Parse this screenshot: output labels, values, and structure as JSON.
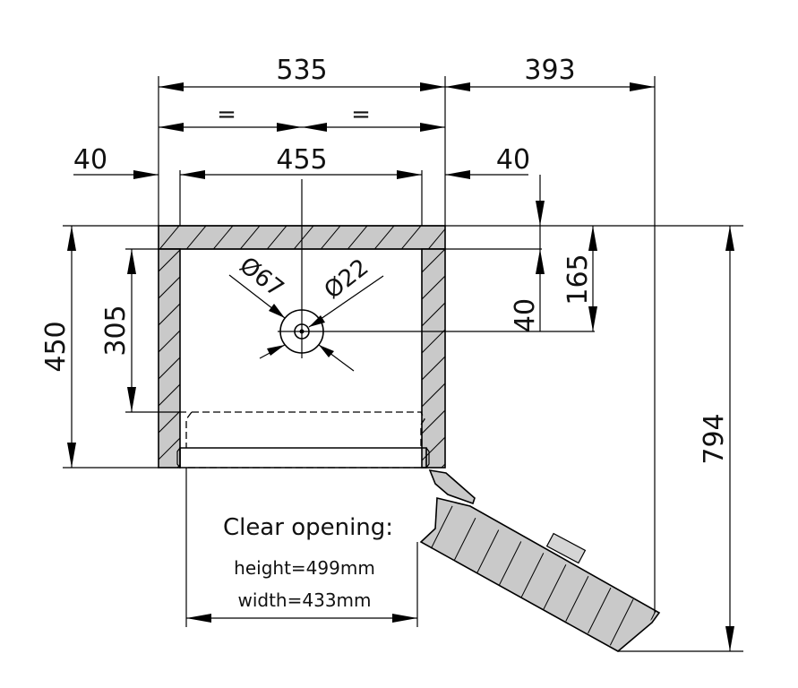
{
  "dimensions": {
    "overall_width": "535",
    "equal_left": "=",
    "equal_right": "=",
    "door_swing_width": "393",
    "left_wall": "40",
    "inner_width": "455",
    "right_wall": "40",
    "overall_depth": "450",
    "drain_from_back_left": "305",
    "drain_from_back_right": "165",
    "back_wall": "40",
    "diagonal_total": "794",
    "diameter_outer": "Ø67",
    "diameter_inner": "Ø22"
  },
  "clear_opening": {
    "title": "Clear opening:",
    "height": "height=499mm",
    "width": "width=433mm"
  }
}
